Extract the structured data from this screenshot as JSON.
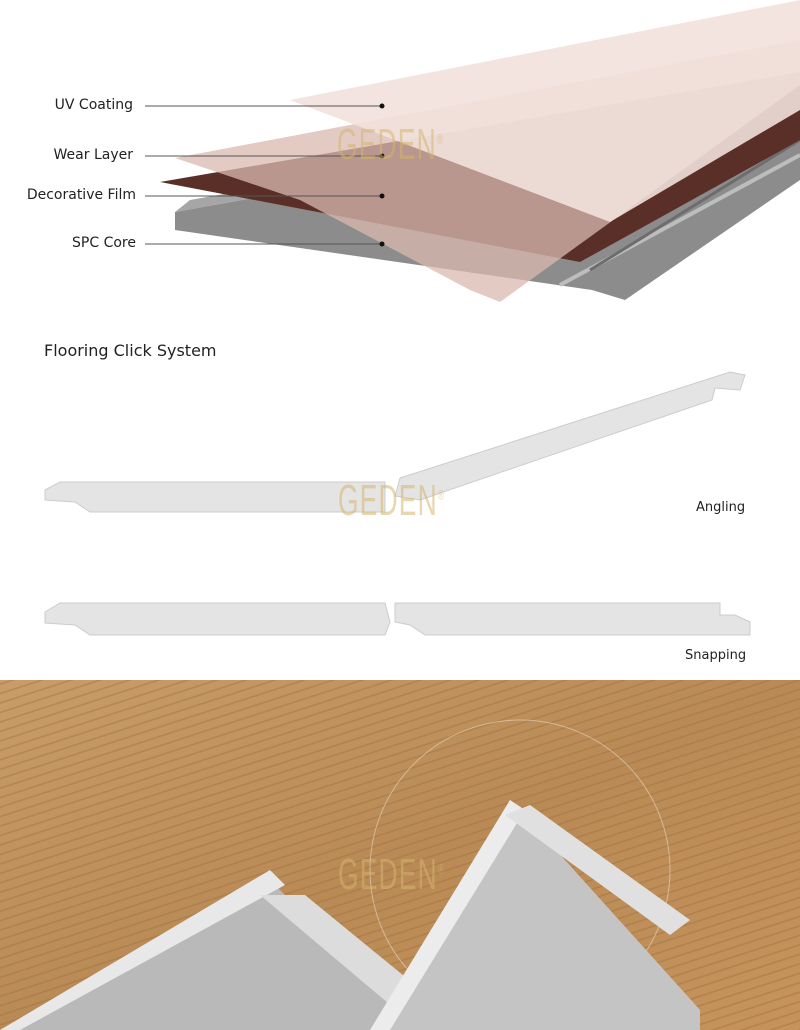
{
  "layers": {
    "labels": [
      "UV Coating",
      "Wear Layer",
      "Decorative Film",
      "SPC Core"
    ]
  },
  "click_system": {
    "title": "Flooring Click System",
    "angling_label": "Angling",
    "snapping_label": "Snapping"
  },
  "watermark": "GEDEN",
  "colors": {
    "uv": "#f0ddd8",
    "wear": "#d9b9b0",
    "film": "#5a2f28",
    "core": "#8a8a8a",
    "plank": "#e6e6e6",
    "wood": "#c89a63"
  }
}
